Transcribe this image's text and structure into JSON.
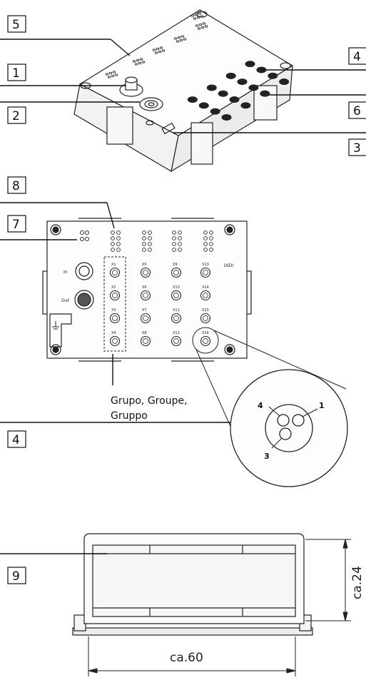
{
  "callouts": {
    "c1": "1",
    "c2": "2",
    "c3": "3",
    "c4a": "4",
    "c5": "5",
    "c6": "6",
    "c7": "7",
    "c8": "8",
    "c4b": "4",
    "c9": "9"
  },
  "front_view": {
    "port_in": "In",
    "port_out": "Out",
    "model": "16DI",
    "connectors": [
      "X1",
      "X2",
      "X3",
      "X4",
      "X5",
      "X6",
      "X7",
      "X8",
      "X9",
      "X10",
      "X11",
      "X12",
      "X13",
      "X14",
      "X15",
      "X16"
    ]
  },
  "group_label": {
    "line1": "Grupo, Groupe,",
    "line2": "Gruppo"
  },
  "pins": {
    "p1": "1",
    "p3": "3",
    "p4": "4"
  },
  "dimensions": {
    "height": "ca.24",
    "width": "ca.60"
  }
}
